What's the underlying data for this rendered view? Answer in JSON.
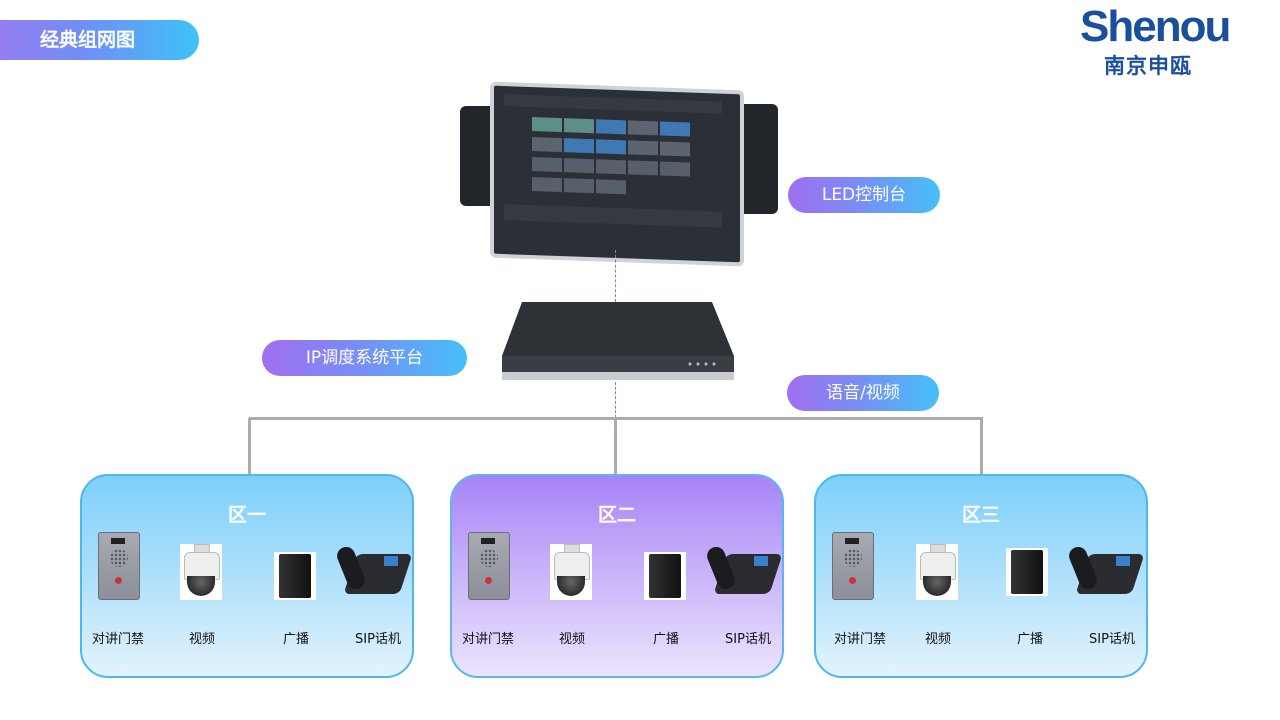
{
  "title": "经典组网图",
  "logo": {
    "brand": "Shenou",
    "subtitle": "南京申瓯"
  },
  "labels": {
    "led_console": "LED控制台",
    "ip_platform": "IP调度系统平台",
    "voice_video": "语音/视频"
  },
  "zones": [
    {
      "title": "区一",
      "devices": [
        "对讲门禁",
        "视频",
        "广播",
        "SIP话机"
      ]
    },
    {
      "title": "区二",
      "devices": [
        "对讲门禁",
        "视频",
        "广播",
        "SIP话机"
      ]
    },
    {
      "title": "区三",
      "devices": [
        "对讲门禁",
        "视频",
        "广播",
        "SIP话机"
      ]
    }
  ],
  "colors": {
    "brand": "#1a4f9e",
    "zone_border": "#4db7ef",
    "accent_purple": "#a06ff0",
    "accent_blue": "#45c0f8"
  }
}
